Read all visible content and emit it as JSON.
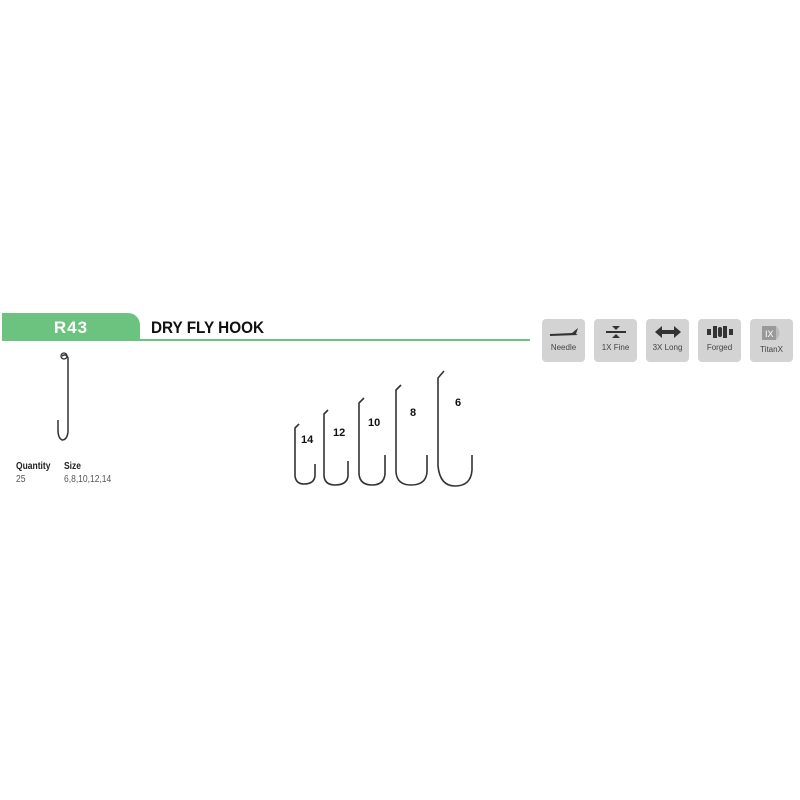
{
  "product": {
    "code": "R43",
    "title": "DRY FLY HOOK"
  },
  "specs": {
    "quantity_label": "Quantity",
    "quantity_value": "25",
    "size_label": "Size",
    "size_value": "6,8,10,12,14"
  },
  "features": [
    {
      "icon": "needle-icon",
      "label": "Needle"
    },
    {
      "icon": "fine-wire-icon",
      "label": "1X Fine"
    },
    {
      "icon": "long-shank-icon",
      "label": "3X Long"
    },
    {
      "icon": "forged-icon",
      "label": "Forged"
    },
    {
      "icon": "titanx-icon",
      "label": "TitanX",
      "badge": "IX"
    }
  ],
  "hook_sizes": [
    "14",
    "12",
    "10",
    "8",
    "6"
  ],
  "colors": {
    "accent": "#6cc27f",
    "icon_bg": "#d3d3d3"
  }
}
